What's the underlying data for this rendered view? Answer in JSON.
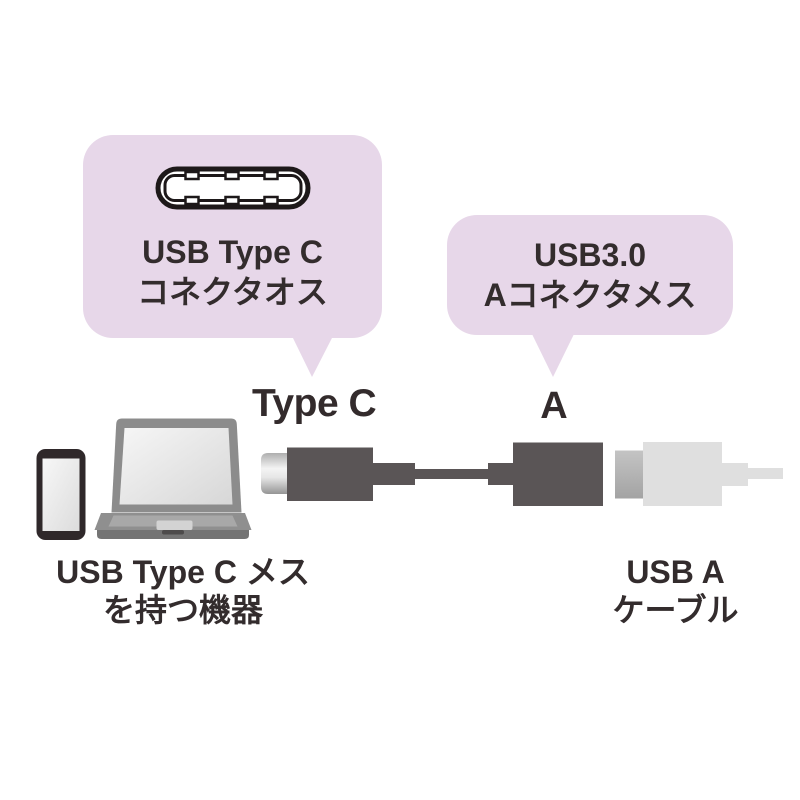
{
  "diagram_title": "USB Type-C to USB-A adapter connection diagram",
  "callout_type_c": {
    "line1": "USB Type C",
    "line2": "コネクタオス",
    "icon": "usb-type-c-connector-icon",
    "bg_color": "#e7d7e9"
  },
  "callout_usb_a": {
    "line1": "USB3.0",
    "line2": "Aコネクタメス",
    "bg_color": "#e7d7e9"
  },
  "labels": {
    "type_c": "Type C",
    "a": "A"
  },
  "captions": {
    "left_line1": "USB Type C メス",
    "left_line2": "を持つ機器",
    "right_line1": "USB A",
    "right_line2": "ケーブル"
  },
  "illustrations": {
    "left_devices": [
      "smartphone-icon",
      "laptop-icon"
    ],
    "center": "usb-c-to-a-adapter-illustration",
    "right": "usb-a-cable-illustration"
  },
  "colors": {
    "bubble": "#e7d7e9",
    "text": "#332c2d",
    "adapter_dark": "#5a5556",
    "cable_light": "#dfdfdf",
    "metal_plug": "#b0b0b0",
    "laptop_gray": "#8c8c8c",
    "phone_frame": "#2f282a",
    "background": "#ffffff"
  }
}
